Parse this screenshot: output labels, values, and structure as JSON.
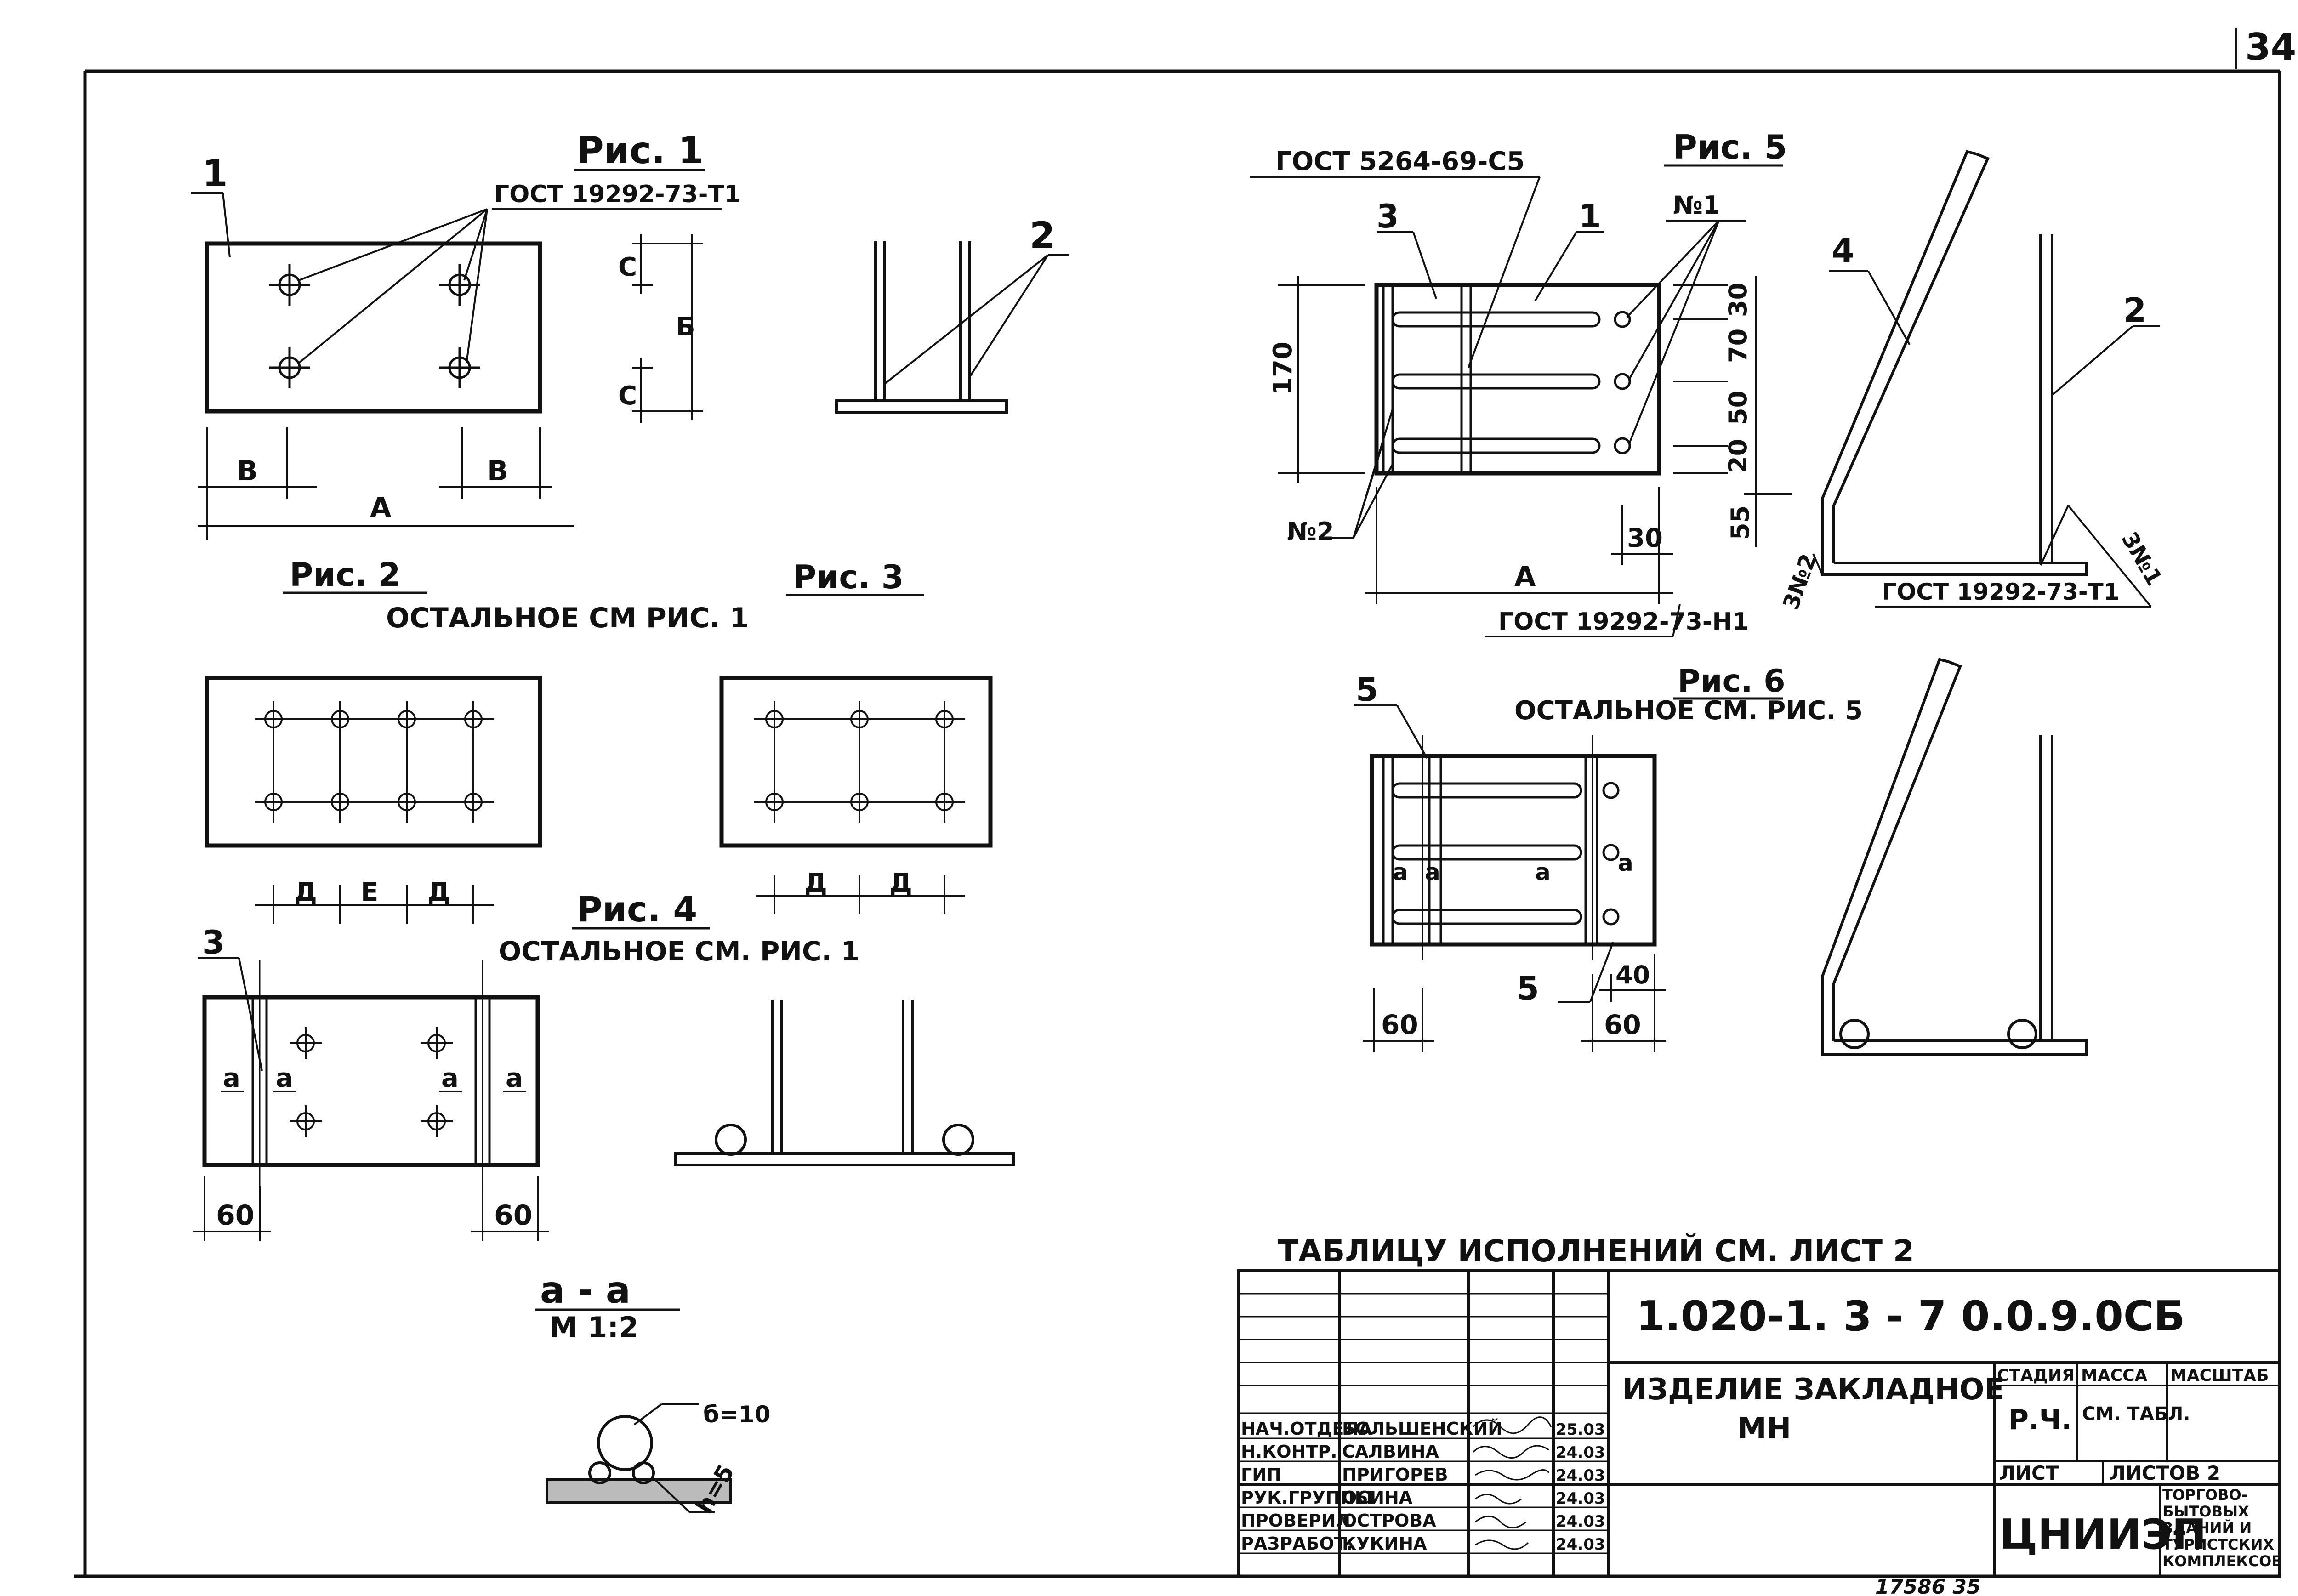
{
  "sheet_number": "34",
  "bottom_code": "17586 35",
  "fig1": {
    "title": "Рис. 1",
    "gost": "ГОСТ 19292-73-Т1",
    "callout_1": "1",
    "callout_2": "2",
    "dim_B1": "В",
    "dim_B2": "В",
    "dim_A": "А",
    "dim_C1": "С",
    "dim_C2": "С",
    "dim_Б": "Б"
  },
  "fig2": {
    "title": "Рис. 2",
    "dim_D1": "Д",
    "dim_E": "Е",
    "dim_D2": "Д"
  },
  "fig2_3_note": "ОСТАЛЬНОЕ   СМ   РИС. 1",
  "fig3": {
    "title": "Рис. 3",
    "dim_D1": "Д",
    "dim_D2": "Д"
  },
  "fig4": {
    "title": "Рис. 4",
    "note": "ОСТАЛЬНОЕ СМ. РИС. 1",
    "callout_3": "3",
    "cut_a1": "а",
    "cut_a2": "а",
    "cut_a3": "а",
    "cut_a4": "а",
    "dim_60_left": "60",
    "dim_60_right": "60"
  },
  "section_aa": {
    "title": "а - а",
    "scale": "М 1:2",
    "weld_1": "б=10",
    "weld_2": "h=5"
  },
  "fig5": {
    "title": "Рис. 5",
    "gost_top": "ГОСТ 5264-69-С5",
    "gost_bottom": "ГОСТ 19292-73-Н1",
    "gost_right": "ГОСТ 19292-73-Т1",
    "callout_3": "3",
    "callout_1": "1",
    "callout_n1": "№1",
    "callout_n2": "№2",
    "dim_170": "170",
    "dim_30a": "30",
    "dim_70": "70",
    "dim_50": "50",
    "dim_20": "20",
    "dim_30b": "30",
    "dim_A": "А",
    "dim_55": "55",
    "callout_4": "4",
    "callout_2": "2",
    "weld_n2": "3№2",
    "weld_n1": "3№1"
  },
  "fig6": {
    "title": "Рис. 6",
    "note": "ОСТАЛЬНОЕ СМ. РИС. 5",
    "callout_5a": "5",
    "callout_5b": "5",
    "cut_a1": "а",
    "cut_a2": "а",
    "cut_a3": "а",
    "cut_a4": "а",
    "dim_40": "40",
    "dim_60_left": "60",
    "dim_60_right": "60"
  },
  "table_note": "ТАБЛИЦУ   ИСПОЛНЕНИЙ  СМ.  ЛИСТ 2",
  "title_block": {
    "code": "1.020-1. 3 - 7   0.0.9.0СБ",
    "name_line1": "ИЗДЕЛИЕ  ЗАКЛАДНОЕ",
    "name_line2": "МН",
    "stage_label": "СТАДИЯ",
    "mass_label": "МАССА",
    "scale_label": "МАСШТАБ",
    "stage_value": "Р.Ч.",
    "mass_value": "СМ. ТАБЛ.",
    "sheet_label": "ЛИСТ",
    "sheets_label": "ЛИСТОВ 2",
    "org": "ЦНИИЭП",
    "org_note": "ТОРГОВО-БЫТОВЫХ ЗДАНИЙ И ТУРИСТСКИХ КОМПЛЕКСОВ",
    "rows": [
      {
        "role": "НАЧ.ОТДЕЛА",
        "name": "БОЛЬШЕНСКИЙ",
        "date": "25.03"
      },
      {
        "role": "Н.КОНТР.",
        "name": "САЛВИНА",
        "date": "24.03"
      },
      {
        "role": "ГИП",
        "name": "ПРИГОРЕВ",
        "date": "24.03"
      },
      {
        "role": "РУК.ГРУППЫ",
        "name": "ОСИНА",
        "date": "24.03"
      },
      {
        "role": "ПРОВЕРИЛ",
        "name": "ОСТРОВА",
        "date": "24.03"
      },
      {
        "role": "РАЗРАБОТ.",
        "name": "КУКИНА",
        "date": "24.03"
      }
    ]
  }
}
